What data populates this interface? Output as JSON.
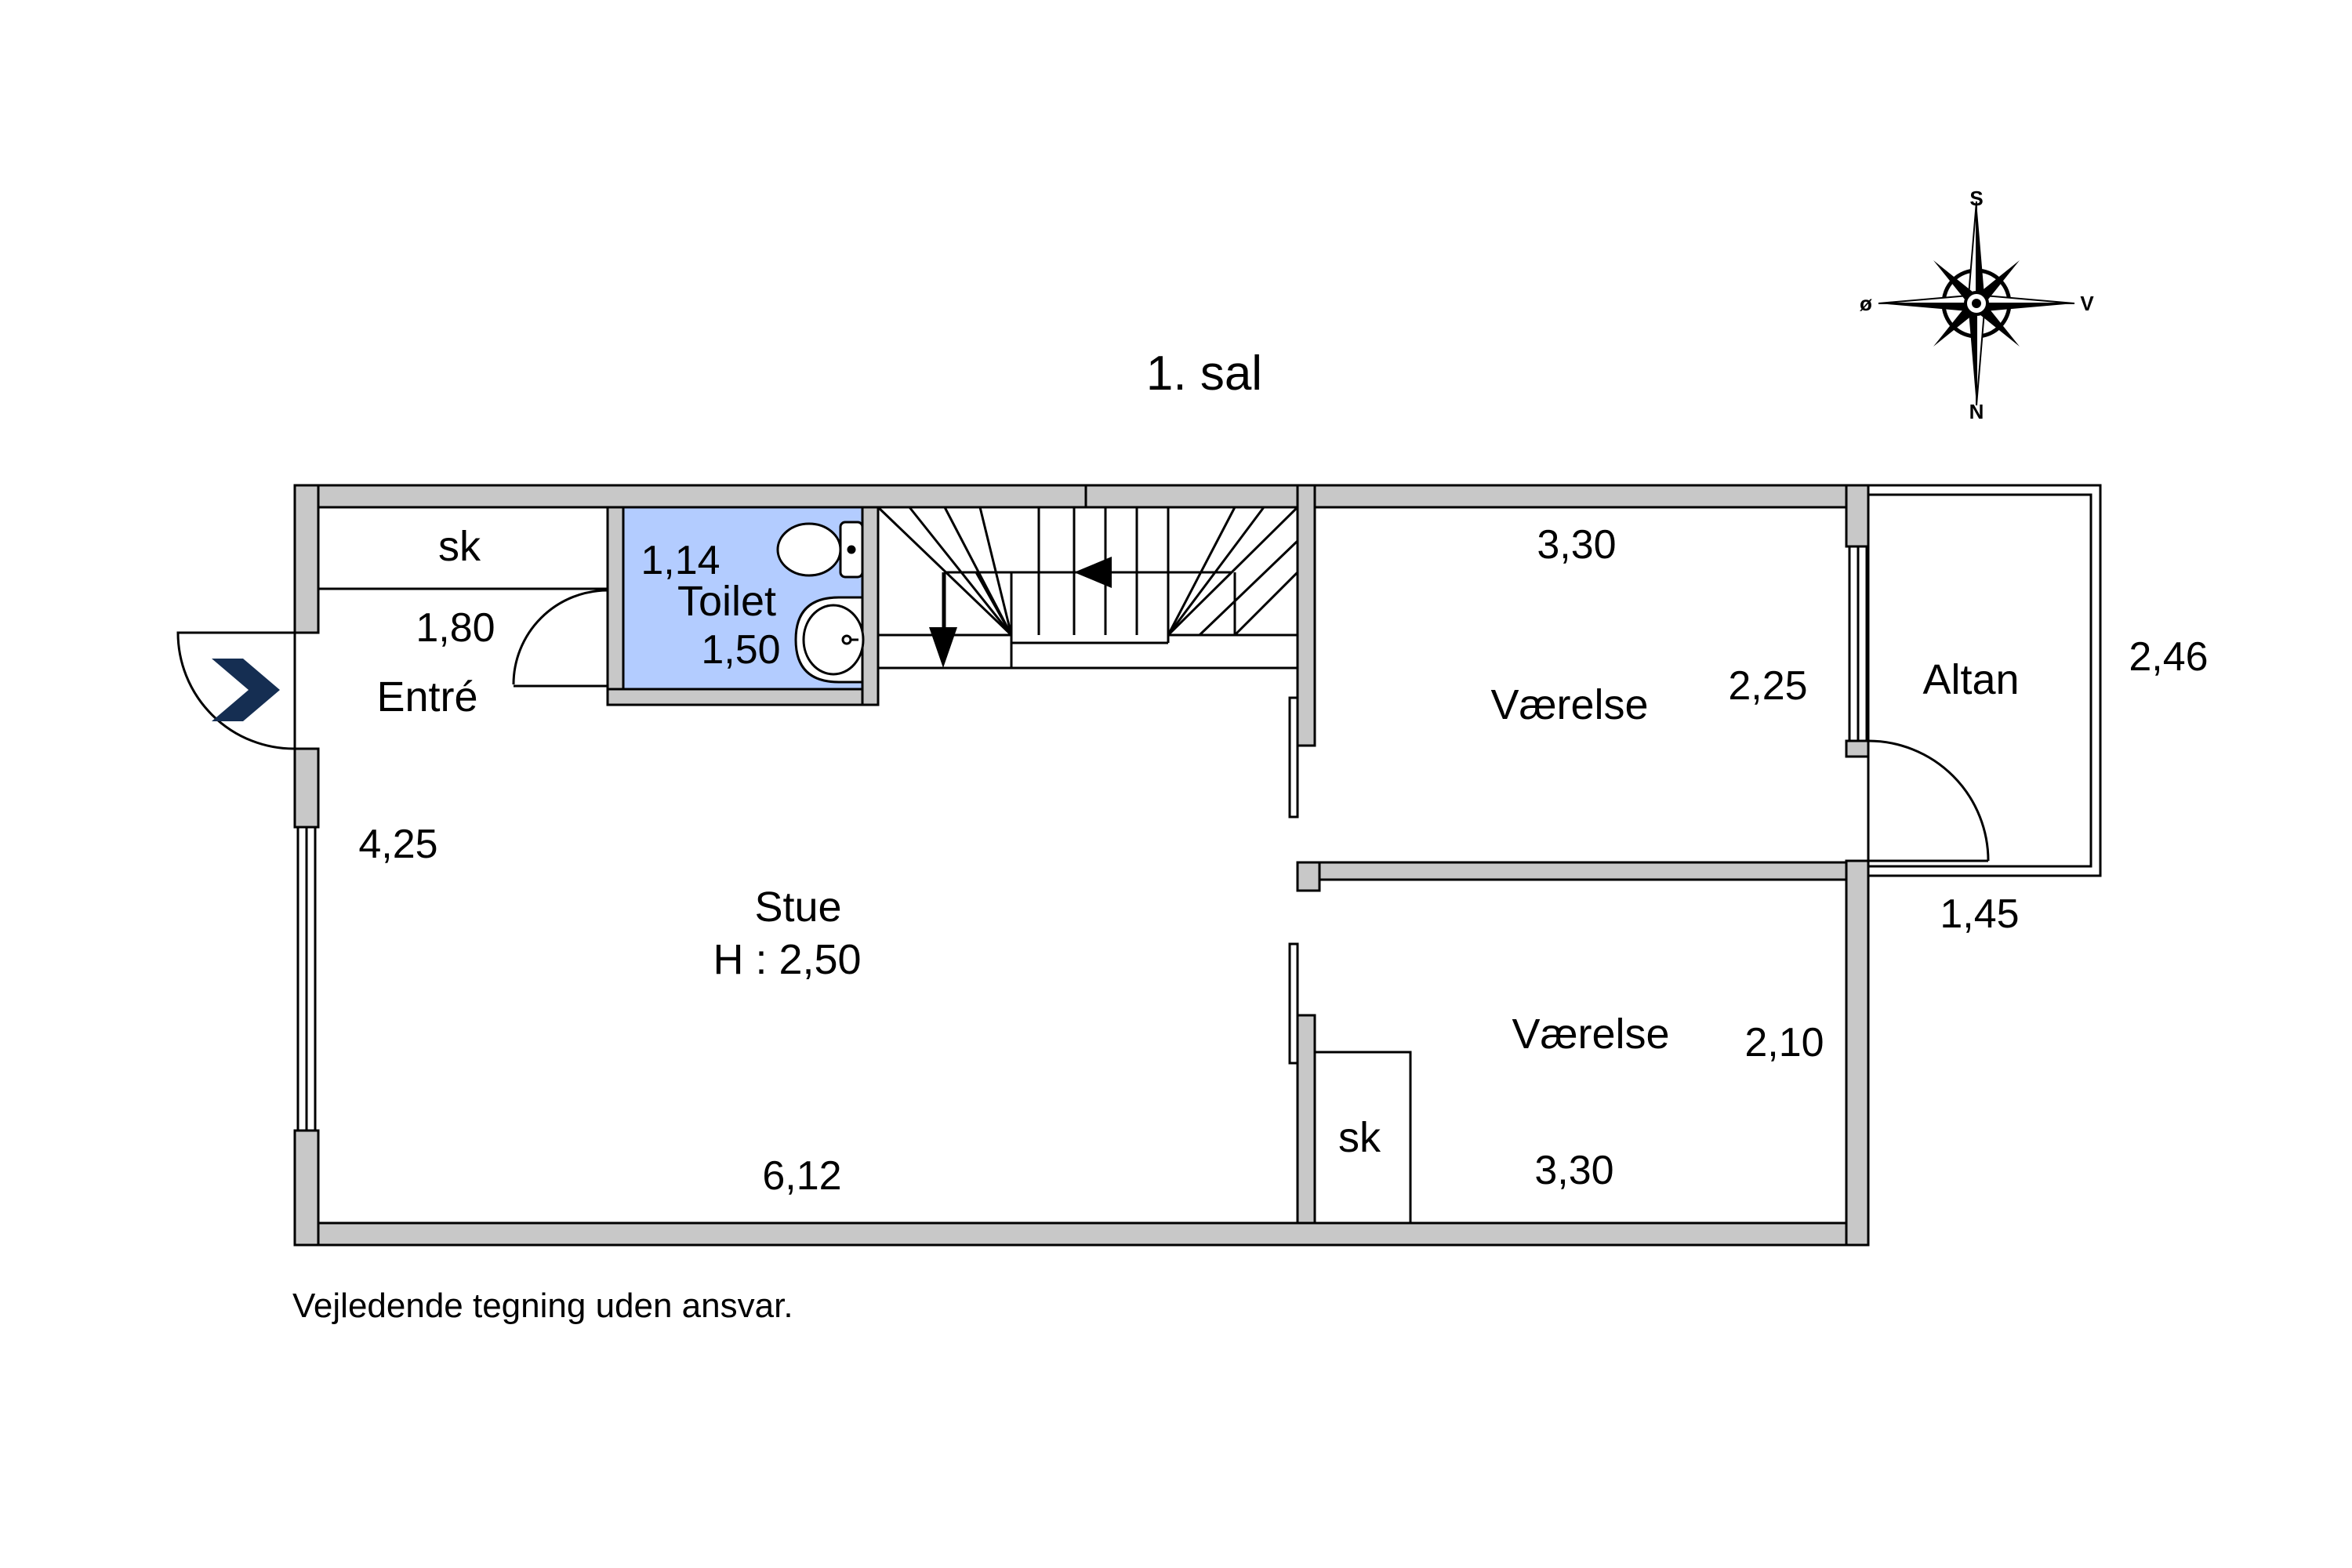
{
  "title": "1. sal",
  "compass": {
    "top": "S",
    "bottom": "N",
    "left": "ø",
    "right": "V"
  },
  "rooms": {
    "closet_entry": "sk",
    "entre": "Entré",
    "toilet": "Toilet",
    "stue": "Stue",
    "stue_height": "H : 2,50",
    "vaerelse_upper": "Værelse",
    "vaerelse_lower": "Værelse",
    "closet_lower": "sk",
    "altan": "Altan"
  },
  "dimensions": {
    "entre_width": "1,80",
    "entre_length": "4,25",
    "toilet_width": "1,14",
    "toilet_length": "1,50",
    "stue_width": "6,12",
    "vaerelse_upper_width": "3,30",
    "vaerelse_upper_depth": "2,25",
    "vaerelse_lower_width": "3,30",
    "vaerelse_lower_depth": "2,10",
    "altan_depth": "2,46",
    "altan_width": "1,45"
  },
  "disclaimer": "Vejledende tegning uden ansvar.",
  "colors": {
    "wall": "#c8c8c8",
    "toilet_fill": "#b3ccff",
    "entry_arrow": "#152e52"
  }
}
